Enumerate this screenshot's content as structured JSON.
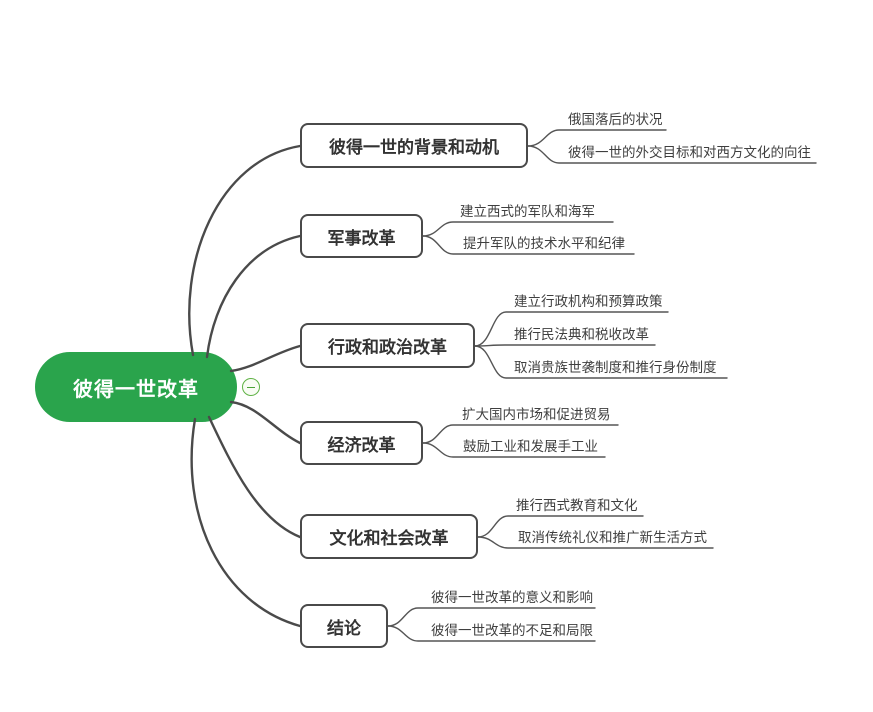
{
  "root": {
    "label": "彼得一世改革"
  },
  "collapse_button": {
    "state": "expanded",
    "symbol": "minus"
  },
  "branches": [
    {
      "label": "彼得一世的背景和动机",
      "children": [
        "俄国落后的状况",
        "彼得一世的外交目标和对西方文化的向往"
      ]
    },
    {
      "label": "军事改革",
      "children": [
        "建立西式的军队和海军",
        "提升军队的技术水平和纪律"
      ]
    },
    {
      "label": "行政和政治改革",
      "children": [
        "建立行政机构和预算政策",
        "推行民法典和税收改革",
        "取消贵族世袭制度和推行身份制度"
      ]
    },
    {
      "label": "经济改革",
      "children": [
        "扩大国内市场和促进贸易",
        "鼓励工业和发展手工业"
      ]
    },
    {
      "label": "文化和社会改革",
      "children": [
        "推行西式教育和文化",
        "取消传统礼仪和推广新生活方式"
      ]
    },
    {
      "label": "结论",
      "children": [
        "彼得一世改革的意义和影响",
        "彼得一世改革的不足和局限"
      ]
    }
  ],
  "colors": {
    "root_fill": "#2aa44c",
    "root_text": "#ffffff",
    "branch_border": "#4a4a4a",
    "branch_text": "#333333",
    "leaf_text": "#3f3f3f",
    "connector_line": "#4a4a4a",
    "collapse_green": "#5fb245",
    "background": "#ffffff"
  }
}
